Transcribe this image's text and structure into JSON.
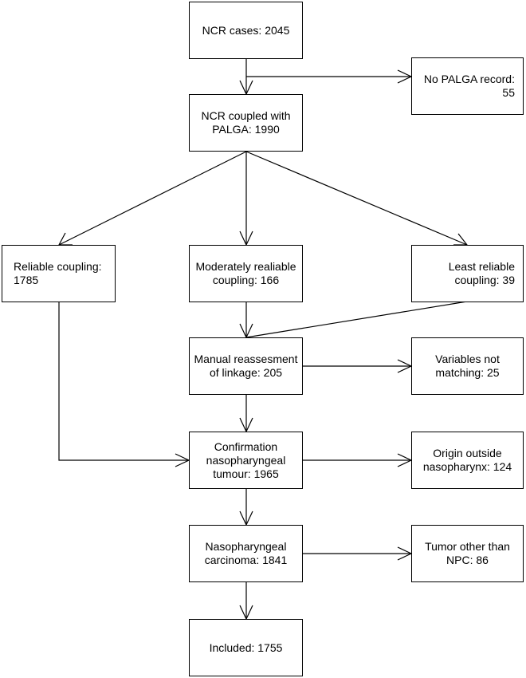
{
  "boxes": {
    "ncr_cases": "NCR cases: 2045",
    "no_palga_record": "No PALGA record: 55",
    "ncr_coupled_palga": "NCR coupled with\nPALGA: 1990",
    "reliable_coupling": "Reliable coupling:\n1785",
    "moderately_reliable": "Moderately realiable\ncoupling: 166",
    "least_reliable": "Least reliable\ncoupling: 39",
    "manual_reassessment": "Manual reassesment\nof linkage: 205",
    "variables_not_matching": "Variables not\nmatching: 25",
    "confirmation_np_tumour": "Confirmation\nnasopharyngeal\ntumour: 1965",
    "origin_outside_np": "Origin outside\nnasopharynx: 124",
    "np_carcinoma": "Nasopharyngeal\ncarcinoma: 1841",
    "tumor_other_npc": "Tumor other than\nNPC: 86",
    "included": "Included: 1755"
  }
}
